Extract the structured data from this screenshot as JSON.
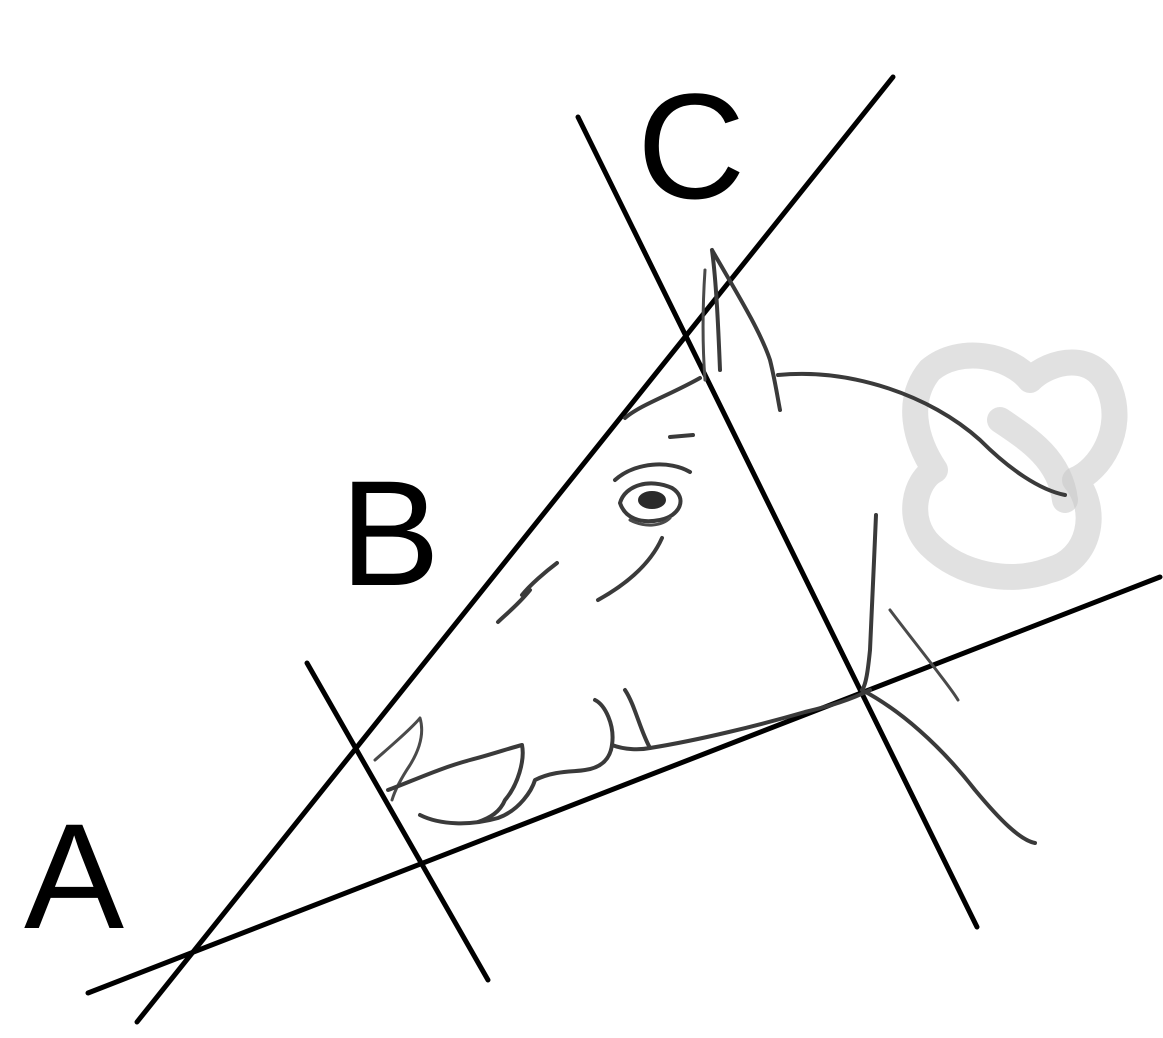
{
  "labels": {
    "point_a": "A",
    "point_b": "B",
    "point_c": "C"
  },
  "colors": {
    "lines": "#000000",
    "sketch": "#3a3a3a",
    "background": "#ffffff"
  }
}
